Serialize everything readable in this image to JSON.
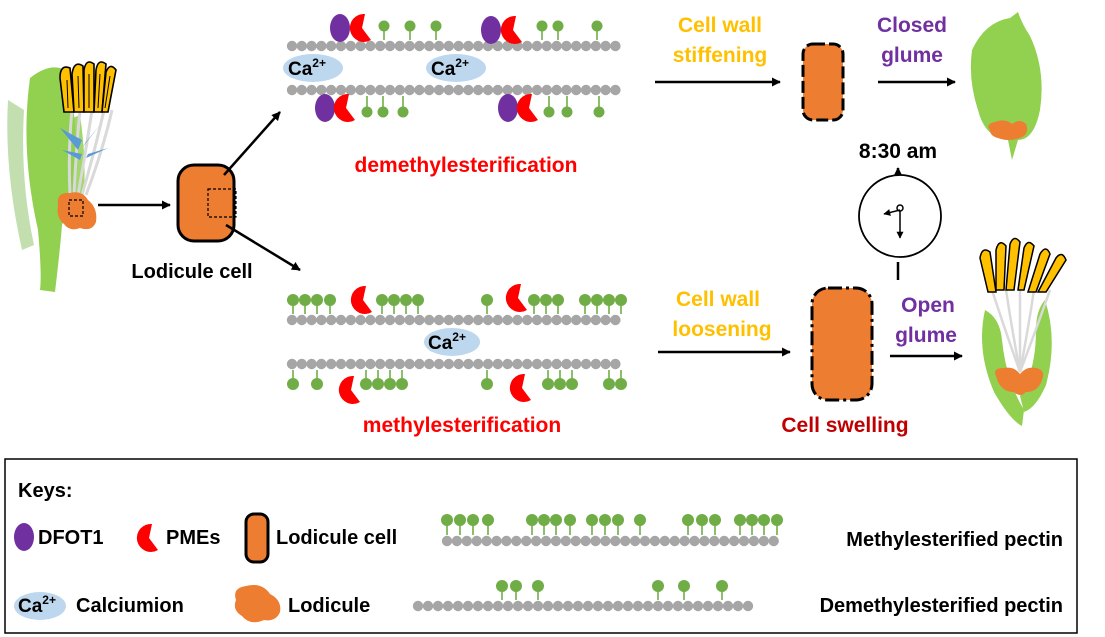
{
  "labels": {
    "lodicule_cell": "Lodicule cell",
    "demethylesterification": "demethylesterification",
    "methylesterification": "methylesterification",
    "cell_wall_stiffening": [
      "Cell wall",
      "stiffening"
    ],
    "cell_wall_loosening": [
      "Cell wall",
      "loosening"
    ],
    "closed_glume": [
      "Closed",
      "glume"
    ],
    "open_glume": [
      "Open",
      "glume"
    ],
    "time": "8:30 am",
    "cell_swelling": "Cell swelling",
    "ca": "Ca",
    "ca_sup": "2+"
  },
  "keys": {
    "title": "Keys:",
    "dfot1": "DFOT1",
    "pmes": "PMEs",
    "lodicule_cell": "Lodicule cell",
    "methylesterified_pectin": "Methylesterified pectin",
    "demethylesterified_pectin": "Demethylesterified pectin",
    "calciumion": "Calciumion",
    "lodicule": "Lodicule"
  },
  "colors": {
    "red_label": "#ff0000",
    "orange_label": "#ffc000",
    "purple_label": "#7030a0",
    "dark_red": "#c00000",
    "lodicule_orange": "#ed7d31",
    "plant_green": "#92d050",
    "pectin_gray": "#a6a6a6",
    "methyl_green": "#70ad47",
    "dfot1_purple": "#7030a0",
    "pme_red": "#ff0000",
    "calcium_blue": "#bdd7ee",
    "anther_yellow": "#ffc000",
    "stigma_blue": "#5b9bd5"
  }
}
